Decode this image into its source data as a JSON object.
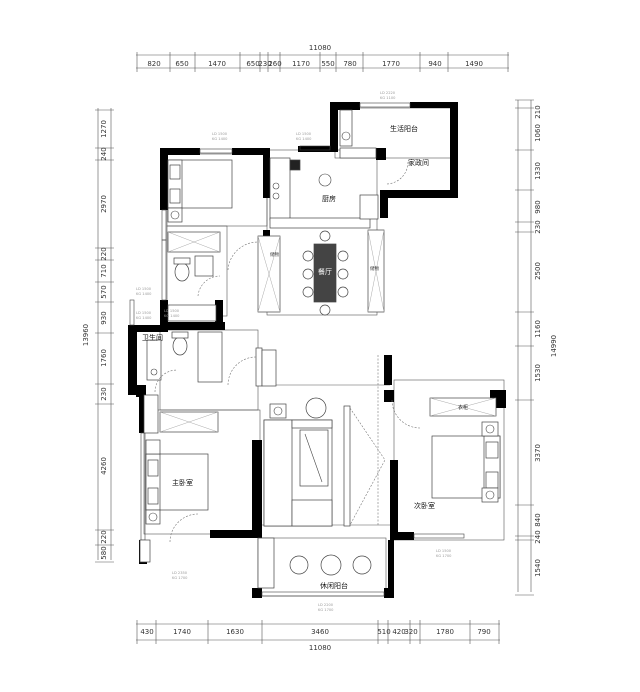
{
  "dimensions": {
    "top_total": "11080",
    "top_segments": [
      "820",
      "650",
      "1470",
      "650",
      "230",
      "260",
      "1170",
      "550",
      "780",
      "1770",
      "940",
      "1490"
    ],
    "bottom_total": "11080",
    "bottom_segments": [
      "430",
      "1740",
      "1630",
      "3460",
      "510",
      "420",
      "320",
      "1780",
      "790"
    ],
    "left_total": "13960",
    "left_segments": [
      "1270",
      "240",
      "2970",
      "220",
      "710",
      "570",
      "930",
      "1760",
      "230",
      "4260",
      "220",
      "580"
    ],
    "right_total": "14990",
    "right_segments": [
      "210",
      "1060",
      "1330",
      "980",
      "230",
      "2500",
      "1160",
      "1530",
      "3370",
      "840",
      "240",
      "1540"
    ]
  },
  "rooms": {
    "balcony_service": "生活阳台",
    "housekeeping": "家政间",
    "kitchen": "厨房",
    "dining": "餐厅",
    "bathroom": "卫生间",
    "master_bedroom": "主卧室",
    "second_bedroom": "次卧室",
    "leisure_balcony": "休闲阳台",
    "wardrobe": "衣柜"
  },
  "labels": {
    "cabinet_a": "储物",
    "cabinet_b": "储物",
    "win_1a": "LD 2220",
    "win_1b": "KG 1100",
    "win_2a": "LD 1500",
    "win_2b": "KG 1400",
    "win_3a": "LD 1500",
    "win_3b": "KG 1400",
    "win_4a": "LD 1500",
    "win_4b": "KG 1400",
    "win_5a": "LD 1500",
    "win_5b": "KG 1400",
    "win_6a": "LD 1500",
    "win_6b": "KG 1400",
    "win_7a": "LD 2350",
    "win_7b": "KG 1700",
    "win_8a": "LD 2200",
    "win_8b": "KG 1700",
    "win_9a": "LD 1500",
    "win_9b": "KG 1700"
  }
}
